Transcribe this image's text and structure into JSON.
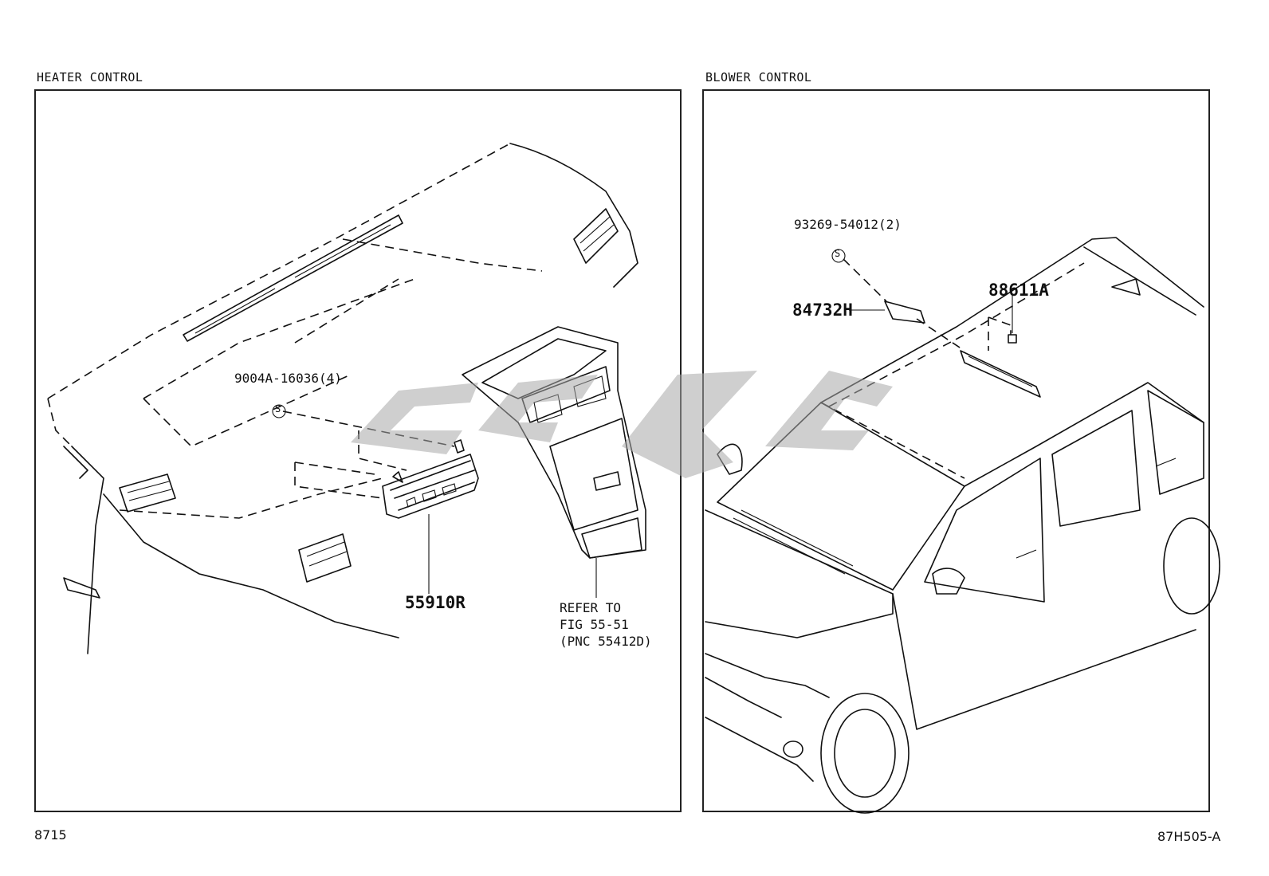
{
  "heater_panel": {
    "title": "HEATER CONTROL",
    "callouts": {
      "screw": "9004A-16036(4)",
      "control": "55910R",
      "refer": "REFER TO\nFIG 55-51\n(PNC 55412D)"
    },
    "screw_symbol": "S"
  },
  "blower_panel": {
    "title": "BLOWER CONTROL",
    "callouts": {
      "screw": "93269-54012(2)",
      "bracket": "84732H",
      "switch": "88611A"
    },
    "screw_symbol": "S"
  },
  "footer": {
    "left": "8715",
    "right": "87H505-A"
  },
  "colors": {
    "line": "#111111",
    "watermark": "#a8a8a8"
  }
}
